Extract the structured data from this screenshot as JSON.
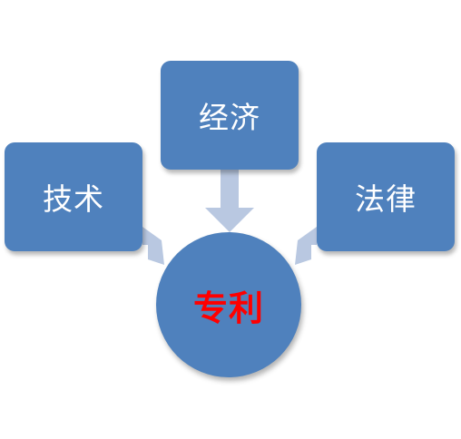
{
  "diagram": {
    "nodes": {
      "left": "技术",
      "top": "经济",
      "right": "法律",
      "center": "专利"
    }
  },
  "colors": {
    "box_fill": "#4f81bd",
    "arrow_fill": "#b9c8e1",
    "center_text": "#ff0000",
    "box_text": "#ffffff"
  }
}
